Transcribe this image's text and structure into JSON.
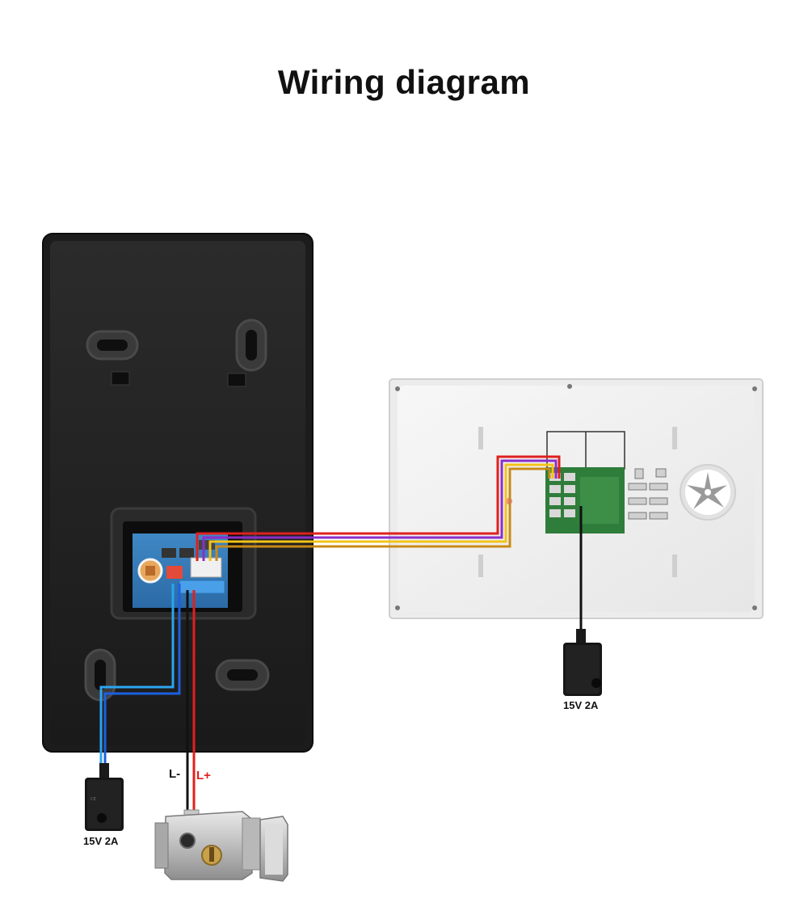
{
  "title": "Wiring diagram",
  "labels": {
    "psu_left": "15V 2A",
    "psu_right": "15V 2A",
    "lock_minus": "L-",
    "lock_plus": "L+"
  },
  "colors": {
    "wire_red": "#e0201e",
    "wire_purple": "#8a2fc8",
    "wire_yellow": "#f3c318",
    "wire_orange": "#c98a18",
    "wire_blue": "#1d5fe0",
    "wire_lightblue": "#2aa5f0",
    "wire_black": "#111111",
    "label_red": "#e0201e"
  }
}
